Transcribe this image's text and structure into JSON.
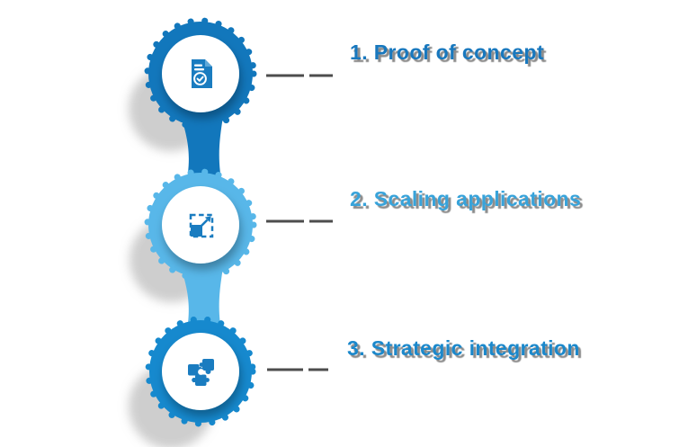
{
  "diagram": {
    "type": "vertical-process-infographic",
    "steps": [
      {
        "number": "1",
        "label": "1. Proof of concept",
        "icon": "document-check-icon",
        "node_color": "#1277bc",
        "label_color": "#1878be"
      },
      {
        "number": "2",
        "label": "2. Scaling applications",
        "icon": "scale-expand-icon",
        "node_color": "#58b7e9",
        "label_color": "#38a3da"
      },
      {
        "number": "3",
        "label": "3. Strategic integration",
        "icon": "puzzle-pieces-icon",
        "node_color": "#1689ce",
        "label_color": "#1b88cb"
      }
    ],
    "colors": {
      "background": "#ffffff",
      "inner_circle": "#ffffff",
      "icon_blue": "#1a7cc0",
      "icon_fold": "#5fa8d8",
      "connector_line": "#4d4d4d",
      "shadow_gray": "#9e9e9e"
    }
  }
}
